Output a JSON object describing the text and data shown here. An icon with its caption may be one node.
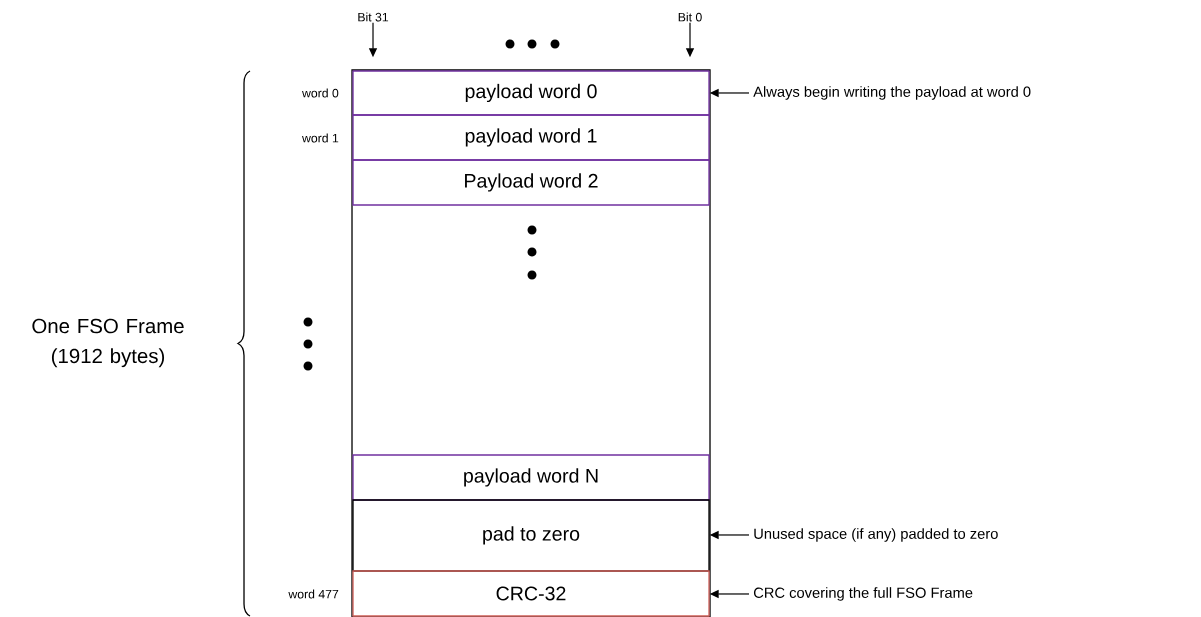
{
  "diagram": {
    "nodes": [
      {
        "text": [],
        "shape": "box"
      },
      {
        "text": [
          "payload word 0"
        ],
        "in": 0
      },
      {
        "text": [
          "payload word 1"
        ],
        "in": 0
      },
      {
        "text": [
          "Payload word 2"
        ],
        "in": 0
      },
      {
        "text": [
          "payload word N"
        ],
        "in": 0
      },
      {
        "text": [
          "pad to zero"
        ],
        "in": 0
      },
      {
        "text": [
          "CRC-32"
        ],
        "in": 0
      },
      {
        "text": [
          "Bit 31"
        ]
      },
      {
        "text": [
          "Bit 0"
        ]
      },
      {
        "text": [
          "Always begin writing the payload at word 0"
        ]
      },
      {
        "text": [
          "Unused space (if any) padded to zero"
        ]
      },
      {
        "text": [
          "CRC covering the full FSO Frame"
        ]
      }
    ],
    "edges": [
      {
        "from": 7,
        "to": 1,
        "arrow": "to"
      },
      {
        "from": 8,
        "to": 1,
        "arrow": "to"
      },
      {
        "from": 9,
        "to": 1,
        "arrow": "to"
      },
      {
        "from": 10,
        "to": 5,
        "arrow": "to"
      },
      {
        "from": 11,
        "to": 6,
        "arrow": "to"
      }
    ],
    "labels": [
      "word 0",
      "word 1",
      "One FSO Frame (1912 bytes)",
      "word 477"
    ]
  }
}
